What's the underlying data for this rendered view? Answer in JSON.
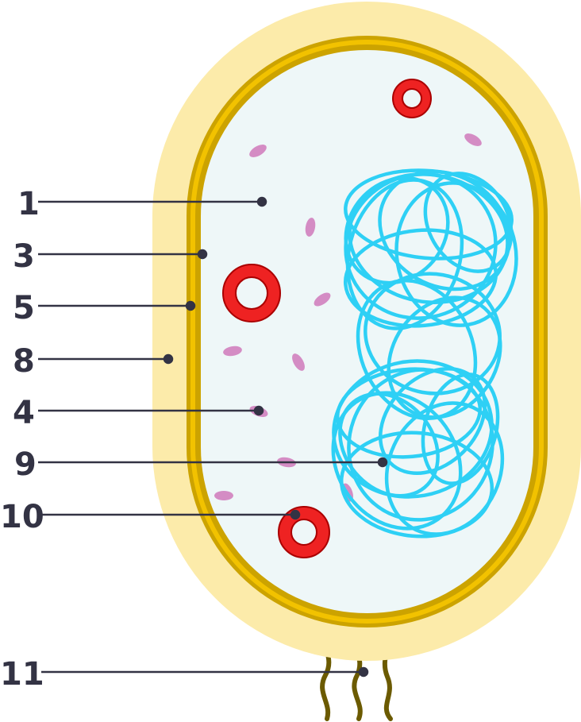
{
  "diagram": {
    "labels": [
      {
        "id": "label-1",
        "text": "1"
      },
      {
        "id": "label-3",
        "text": "3"
      },
      {
        "id": "label-5",
        "text": "5"
      },
      {
        "id": "label-8",
        "text": "8"
      },
      {
        "id": "label-4",
        "text": "4"
      },
      {
        "id": "label-9",
        "text": "9"
      },
      {
        "id": "label-10",
        "text": "10"
      },
      {
        "id": "label-11",
        "text": "11"
      }
    ],
    "colors": {
      "capsule": "#fcebaa",
      "cell_wall": "#cca300",
      "membrane": "#f2c200",
      "cytoplasm": "#eef7f8",
      "nucleoid": "#2ed0f5",
      "plasmid": "#ee2222",
      "ribosome": "#d48cc4",
      "flagella": "#6b5a00",
      "leader_line": "#333344"
    }
  }
}
